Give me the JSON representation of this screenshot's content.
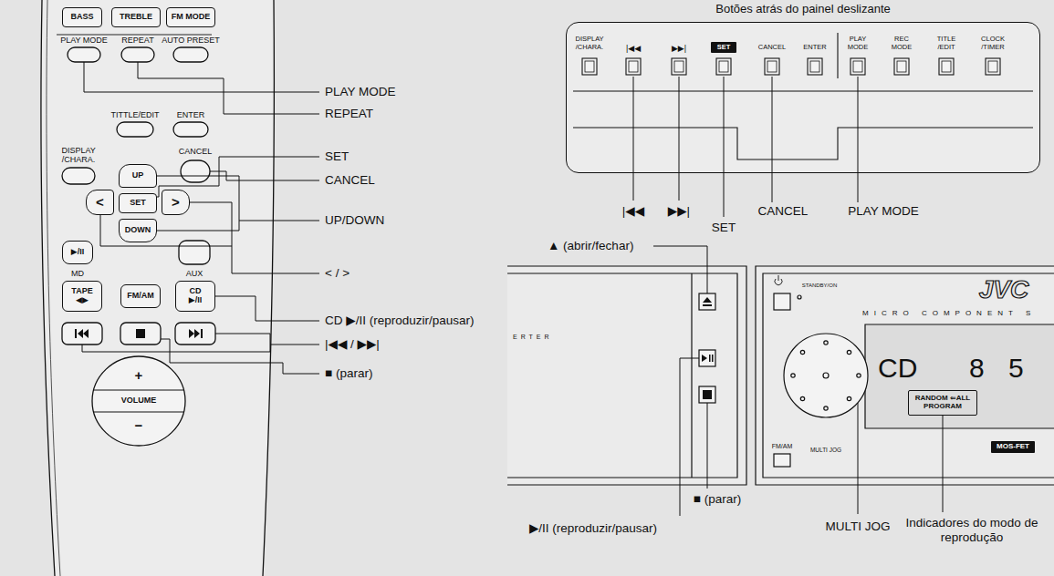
{
  "diagram": {
    "nodes": [
      {
        "text": [
          "BASS"
        ]
      },
      {
        "text": [
          "TREBLE"
        ]
      },
      {
        "text": [
          "FM MODE"
        ]
      },
      {
        "text": [
          "UP"
        ]
      },
      {
        "text": [
          "<"
        ]
      },
      {
        "text": [
          "SET"
        ]
      },
      {
        "text": [
          ">"
        ]
      },
      {
        "text": [
          "DOWN"
        ]
      },
      {
        "text": [
          "▶/II"
        ]
      },
      {
        "text": [
          "TAPE ◀▶"
        ]
      },
      {
        "text": [
          "FM/AM"
        ]
      },
      {
        "text": [
          "CD ▶/II"
        ]
      },
      {
        "text": [
          "+",
          "VOLUME",
          "−"
        ]
      },
      {
        "text": [
          "Botões atrás do painel deslizante"
        ]
      },
      {
        "text": [
          "SET"
        ],
        "in": 13
      },
      {
        "text": [
          "RANDOM ⇐ALL PROGRAM"
        ]
      },
      {
        "text": [
          "MOS-FET"
        ]
      }
    ],
    "labels": [
      "PLAY MODE",
      "REPEAT",
      "AUTO PRESET",
      "TITTLE/EDIT",
      "ENTER",
      "DISPLAY /CHARA.",
      "CANCEL",
      "MD",
      "AUX",
      "PLAY MODE",
      "REPEAT",
      "SET",
      "CANCEL",
      "UP/DOWN",
      "< / >",
      "CD ▶/II (reproduzir/pausar)",
      "|◀◀ / ▶▶|",
      "■ (parar)",
      "DISPLAY /CHARA.",
      "|◀◀",
      "▶▶|",
      "CANCEL",
      "ENTER",
      "PLAY MODE",
      "REC MODE",
      "TITLE /EDIT",
      "CLOCK /TIMER",
      "|◀◀",
      "▶▶|",
      "SET",
      "CANCEL",
      "PLAY MODE",
      "▲ (abrir/fechar)",
      "ERTER",
      "▶/II (reproduzir/pausar)",
      "■ (parar)",
      "STANDBY/ON",
      "JVC",
      "MICRO COMPONENT S",
      "CD",
      "8 5",
      "FM/AM",
      "MULTI JOG",
      "MULTI JOG",
      "Indicadores do modo de reprodução"
    ]
  }
}
